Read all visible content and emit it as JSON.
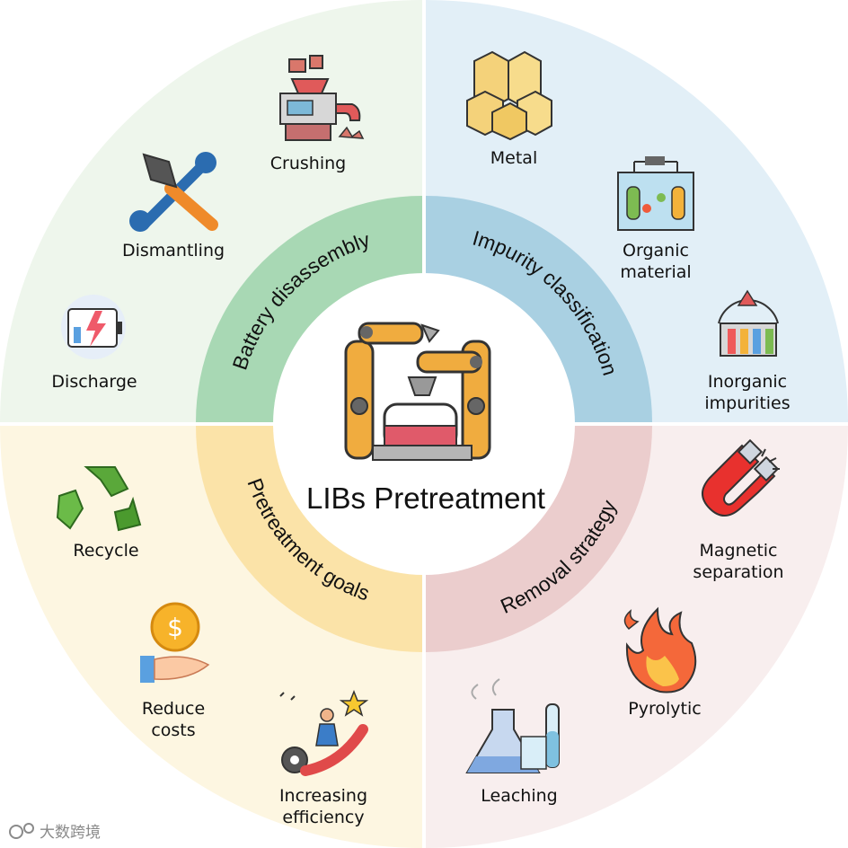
{
  "center": {
    "title": "LIBs Pretreatment"
  },
  "colors": {
    "tl_outer": "#eef6ec",
    "tl_inner": "#a8d8b4",
    "tr_outer": "#e2eff7",
    "tr_inner": "#a9d0e2",
    "bl_outer": "#fdf6e1",
    "bl_inner": "#fbe3a8",
    "br_outer": "#f8eeee",
    "br_inner": "#ebcdcd"
  },
  "sectors": {
    "battery_disassembly": "Battery disassembly",
    "impurity_classification": "Impurity classification",
    "pretreatment_goals": "Pretreatment goals",
    "removal_strategy": "Removal strategy"
  },
  "items": {
    "crushing": "Crushing",
    "dismantling": "Dismantling",
    "discharge": "Discharge",
    "metal": "Metal",
    "organic_1": "Organic",
    "organic_2": "material",
    "inorganic_1": "Inorganic",
    "inorganic_2": "impurities",
    "recycle": "Recycle",
    "reduce_1": "Reduce",
    "reduce_2": "costs",
    "increasing_1": "Increasing",
    "increasing_2": "efficiency",
    "magnetic_1": "Magnetic",
    "magnetic_2": "separation",
    "pyrolytic": "Pyrolytic",
    "leaching": "Leaching"
  },
  "watermark": "大数跨境",
  "icons": [
    "crusher-icon",
    "tools-icon",
    "battery-discharge-icon",
    "metal-crystal-icon",
    "electrolyte-icon",
    "test-tubes-icon",
    "recycle-icon",
    "coin-hand-icon",
    "growth-icon",
    "magnet-icon",
    "fire-icon",
    "lab-flask-icon",
    "robot-arms-icon"
  ]
}
